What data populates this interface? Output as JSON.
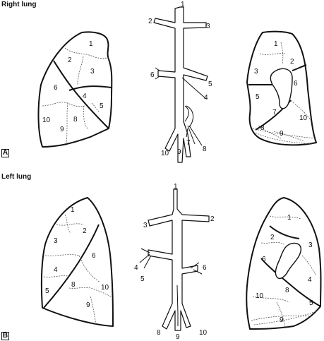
{
  "titles": {
    "top": "Right lung",
    "bottom": "Left lung"
  },
  "panels": {
    "a": "A",
    "b": "B"
  },
  "right_lateral": [
    "1",
    "2",
    "3",
    "6",
    "4",
    "5",
    "10",
    "9",
    "8"
  ],
  "right_bronchi": [
    "1",
    "2",
    "3",
    "6",
    "5",
    "4",
    "7",
    "10",
    "9",
    "8"
  ],
  "right_medial": [
    "1",
    "2",
    "3",
    "6",
    "5",
    "7",
    "10",
    "8",
    "9"
  ],
  "left_lateral": [
    "1",
    "2",
    "3",
    "6",
    "4",
    "8",
    "5",
    "10",
    "9"
  ],
  "left_bronchi": [
    "1",
    "2",
    "3",
    "4",
    "5",
    "6",
    "8",
    "9",
    "10"
  ],
  "left_medial": [
    "1",
    "2",
    "3",
    "6",
    "4",
    "10",
    "8",
    "5",
    "9"
  ]
}
